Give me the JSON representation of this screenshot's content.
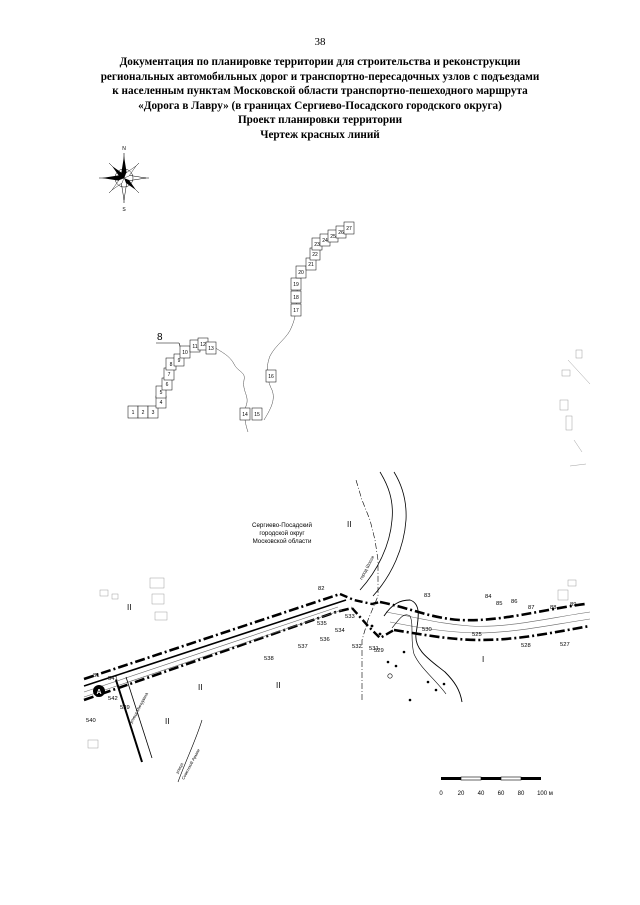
{
  "page": {
    "number": "38"
  },
  "title": {
    "lines": [
      "Документация по планировке территории для строительства и реконструкции",
      "региональных автомобильных дорог и транспортно-пересадочных узлов с подъездами",
      "к населенным пунктам Московской области транспортно-пешеходного маршрута",
      "«Дорога в Лавру» (в границах Сергиево-Посадского городского округа)",
      "Проект планировки территории",
      "Чертеж красных линий"
    ]
  },
  "compass": {
    "north": "N",
    "south": "S"
  },
  "key_map": {
    "sheets": [
      "1",
      "2",
      "3",
      "4",
      "5",
      "6",
      "7",
      "8",
      "9",
      "10",
      "11",
      "12",
      "13",
      "14",
      "15",
      "16",
      "17",
      "18",
      "19",
      "20",
      "21",
      "22",
      "23",
      "24",
      "25",
      "26",
      "27"
    ],
    "current_sheet_label": "8"
  },
  "district_label": [
    "Сергиево-Посадский",
    "городской округ",
    "Московской области"
  ],
  "zone_labels": [
    "II",
    "II",
    "II",
    "II",
    "II",
    "I"
  ],
  "street_labels": {
    "top_curve": "город Шоссе",
    "diagonal": "улица Мичурина",
    "lower": [
      "улица",
      "Советской Армии"
    ]
  },
  "point_labels": [
    "81",
    "82",
    "83",
    "84",
    "85",
    "86",
    "87",
    "88",
    "89",
    "525",
    "527",
    "528",
    "529",
    "530",
    "531",
    "532",
    "533",
    "534",
    "535",
    "536",
    "537",
    "538",
    "539",
    "540",
    "541",
    "542"
  ],
  "marker": {
    "label": "А"
  },
  "scale_bar": {
    "ticks": [
      "0",
      "20",
      "40",
      "60",
      "80",
      "100 м"
    ]
  },
  "colors": {
    "ink": "#000000",
    "paper": "#ffffff",
    "road_gray": "#555555"
  }
}
